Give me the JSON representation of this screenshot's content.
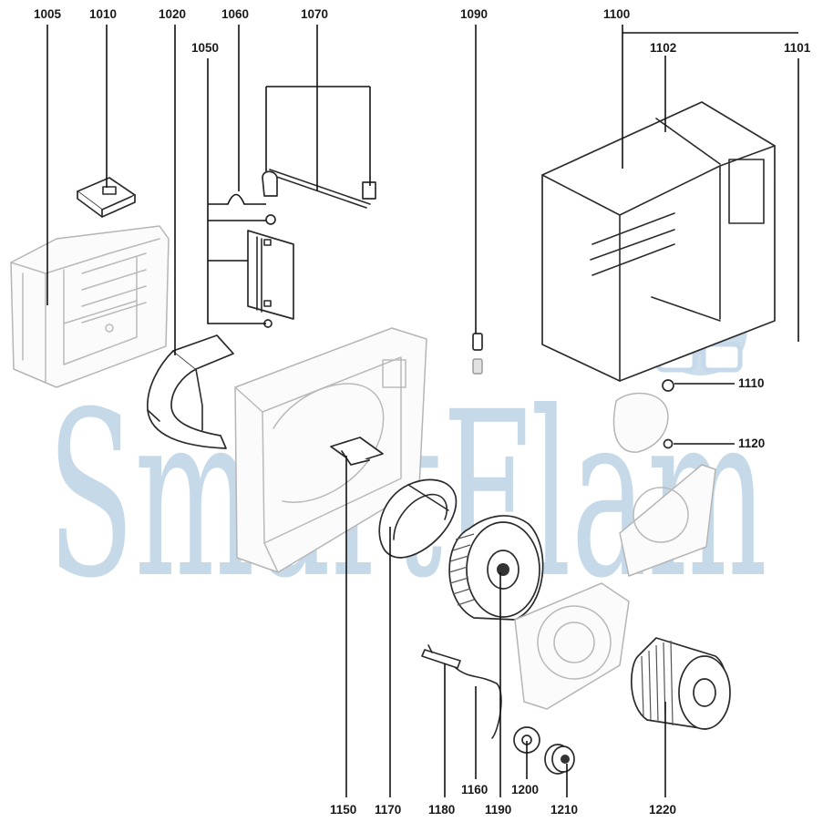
{
  "watermark": {
    "text": "SmartFlam",
    "color": "#bcd3e6"
  },
  "callouts": [
    {
      "id": "1005",
      "label": "1005"
    },
    {
      "id": "1010",
      "label": "1010"
    },
    {
      "id": "1020",
      "label": "1020"
    },
    {
      "id": "1050",
      "label": "1050"
    },
    {
      "id": "1060",
      "label": "1060"
    },
    {
      "id": "1070",
      "label": "1070"
    },
    {
      "id": "1090",
      "label": "1090"
    },
    {
      "id": "1100",
      "label": "1100"
    },
    {
      "id": "1101",
      "label": "1101"
    },
    {
      "id": "1102",
      "label": "1102"
    },
    {
      "id": "1110",
      "label": "1110"
    },
    {
      "id": "1120",
      "label": "1120"
    },
    {
      "id": "1150",
      "label": "1150"
    },
    {
      "id": "1160",
      "label": "1160"
    },
    {
      "id": "1170",
      "label": "1170"
    },
    {
      "id": "1180",
      "label": "1180"
    },
    {
      "id": "1190",
      "label": "1190"
    },
    {
      "id": "1200",
      "label": "1200"
    },
    {
      "id": "1210",
      "label": "1210"
    },
    {
      "id": "1220",
      "label": "1220"
    }
  ]
}
